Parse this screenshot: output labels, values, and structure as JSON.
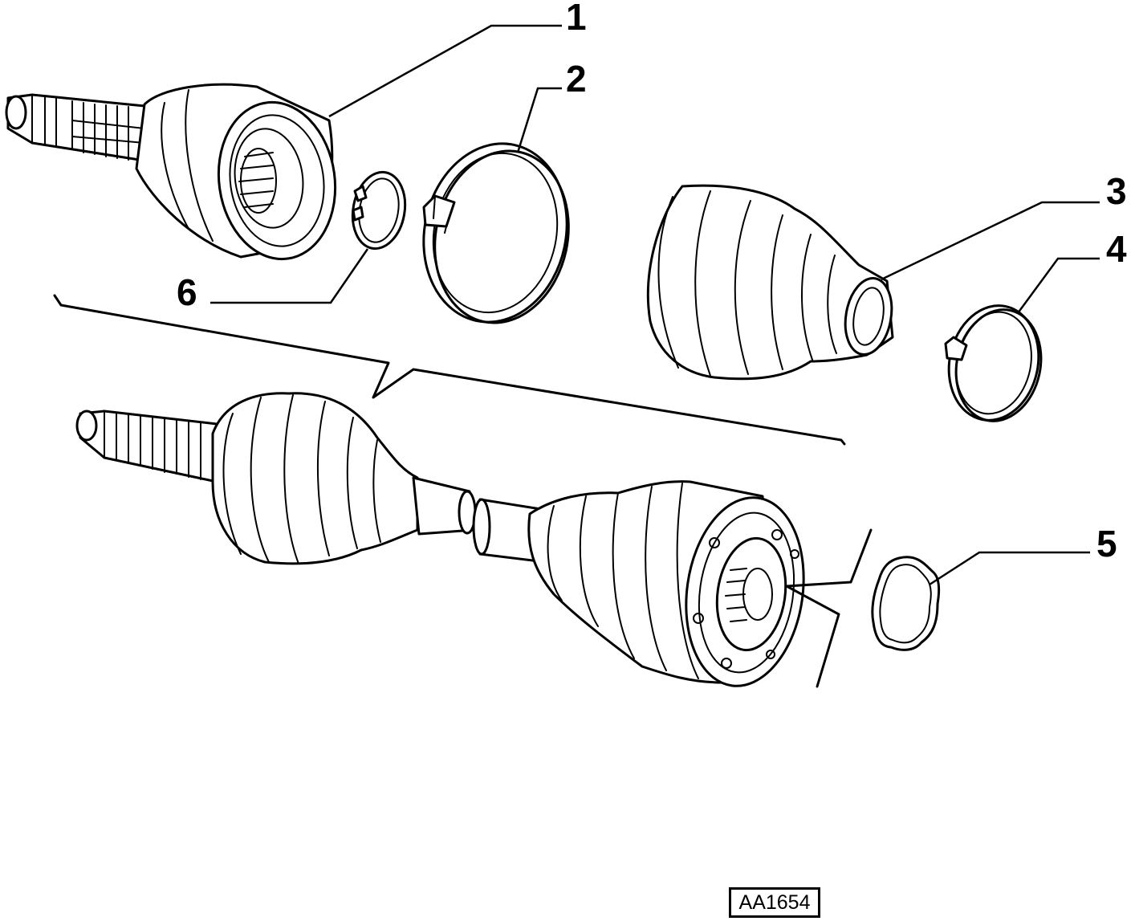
{
  "diagram": {
    "callouts": [
      {
        "number": "1"
      },
      {
        "number": "2"
      },
      {
        "number": "3"
      },
      {
        "number": "4"
      },
      {
        "number": "5"
      },
      {
        "number": "6"
      }
    ],
    "reference_code": "AA1654"
  }
}
